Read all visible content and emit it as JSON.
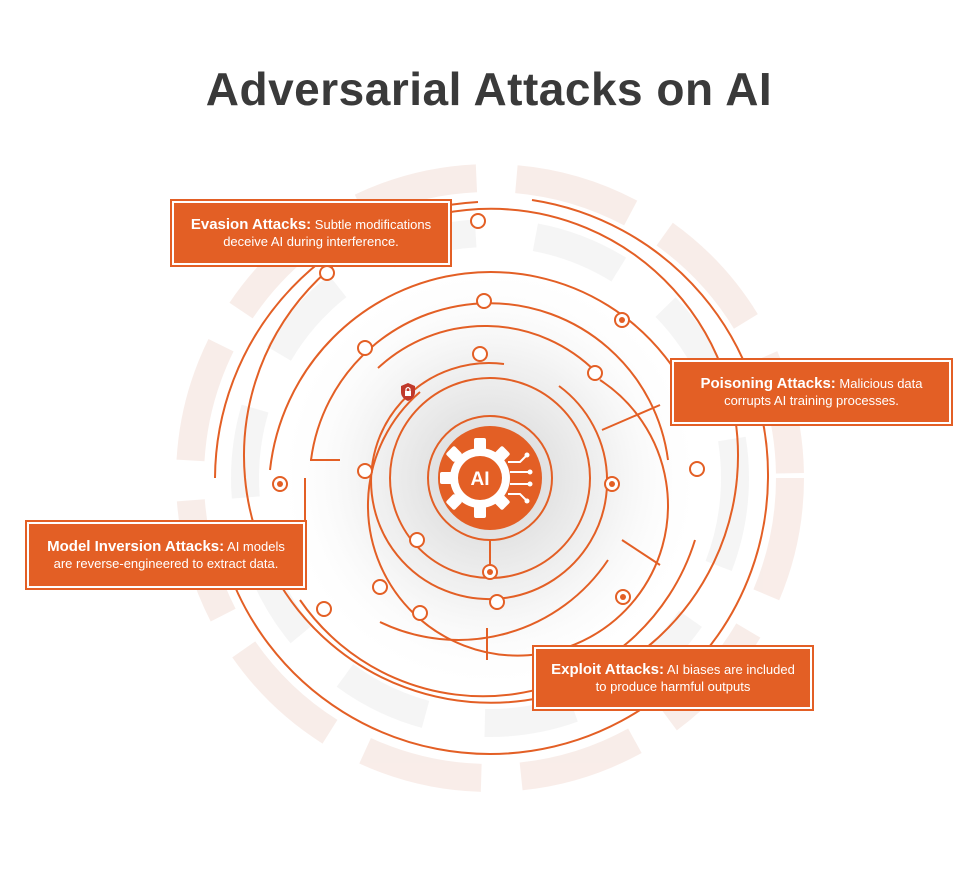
{
  "title": "Adversarial Attacks on AI",
  "center_badge": {
    "label": "AI",
    "icon": "gear-chip-icon"
  },
  "accent_color": "#e35f25",
  "callouts": {
    "evasion": {
      "heading": "Evasion Attacks:",
      "body": "Subtle modifications deceive AI during interference."
    },
    "poisoning": {
      "heading": "Poisoning Attacks:",
      "body": "Malicious data corrupts AI training processes."
    },
    "inversion": {
      "heading": "Model Inversion Attacks:",
      "body": "AI models are reverse-engineered to extract data."
    },
    "exploit": {
      "heading": "Exploit Attacks:",
      "body": "AI biases are included to produce harmful outputs"
    }
  }
}
